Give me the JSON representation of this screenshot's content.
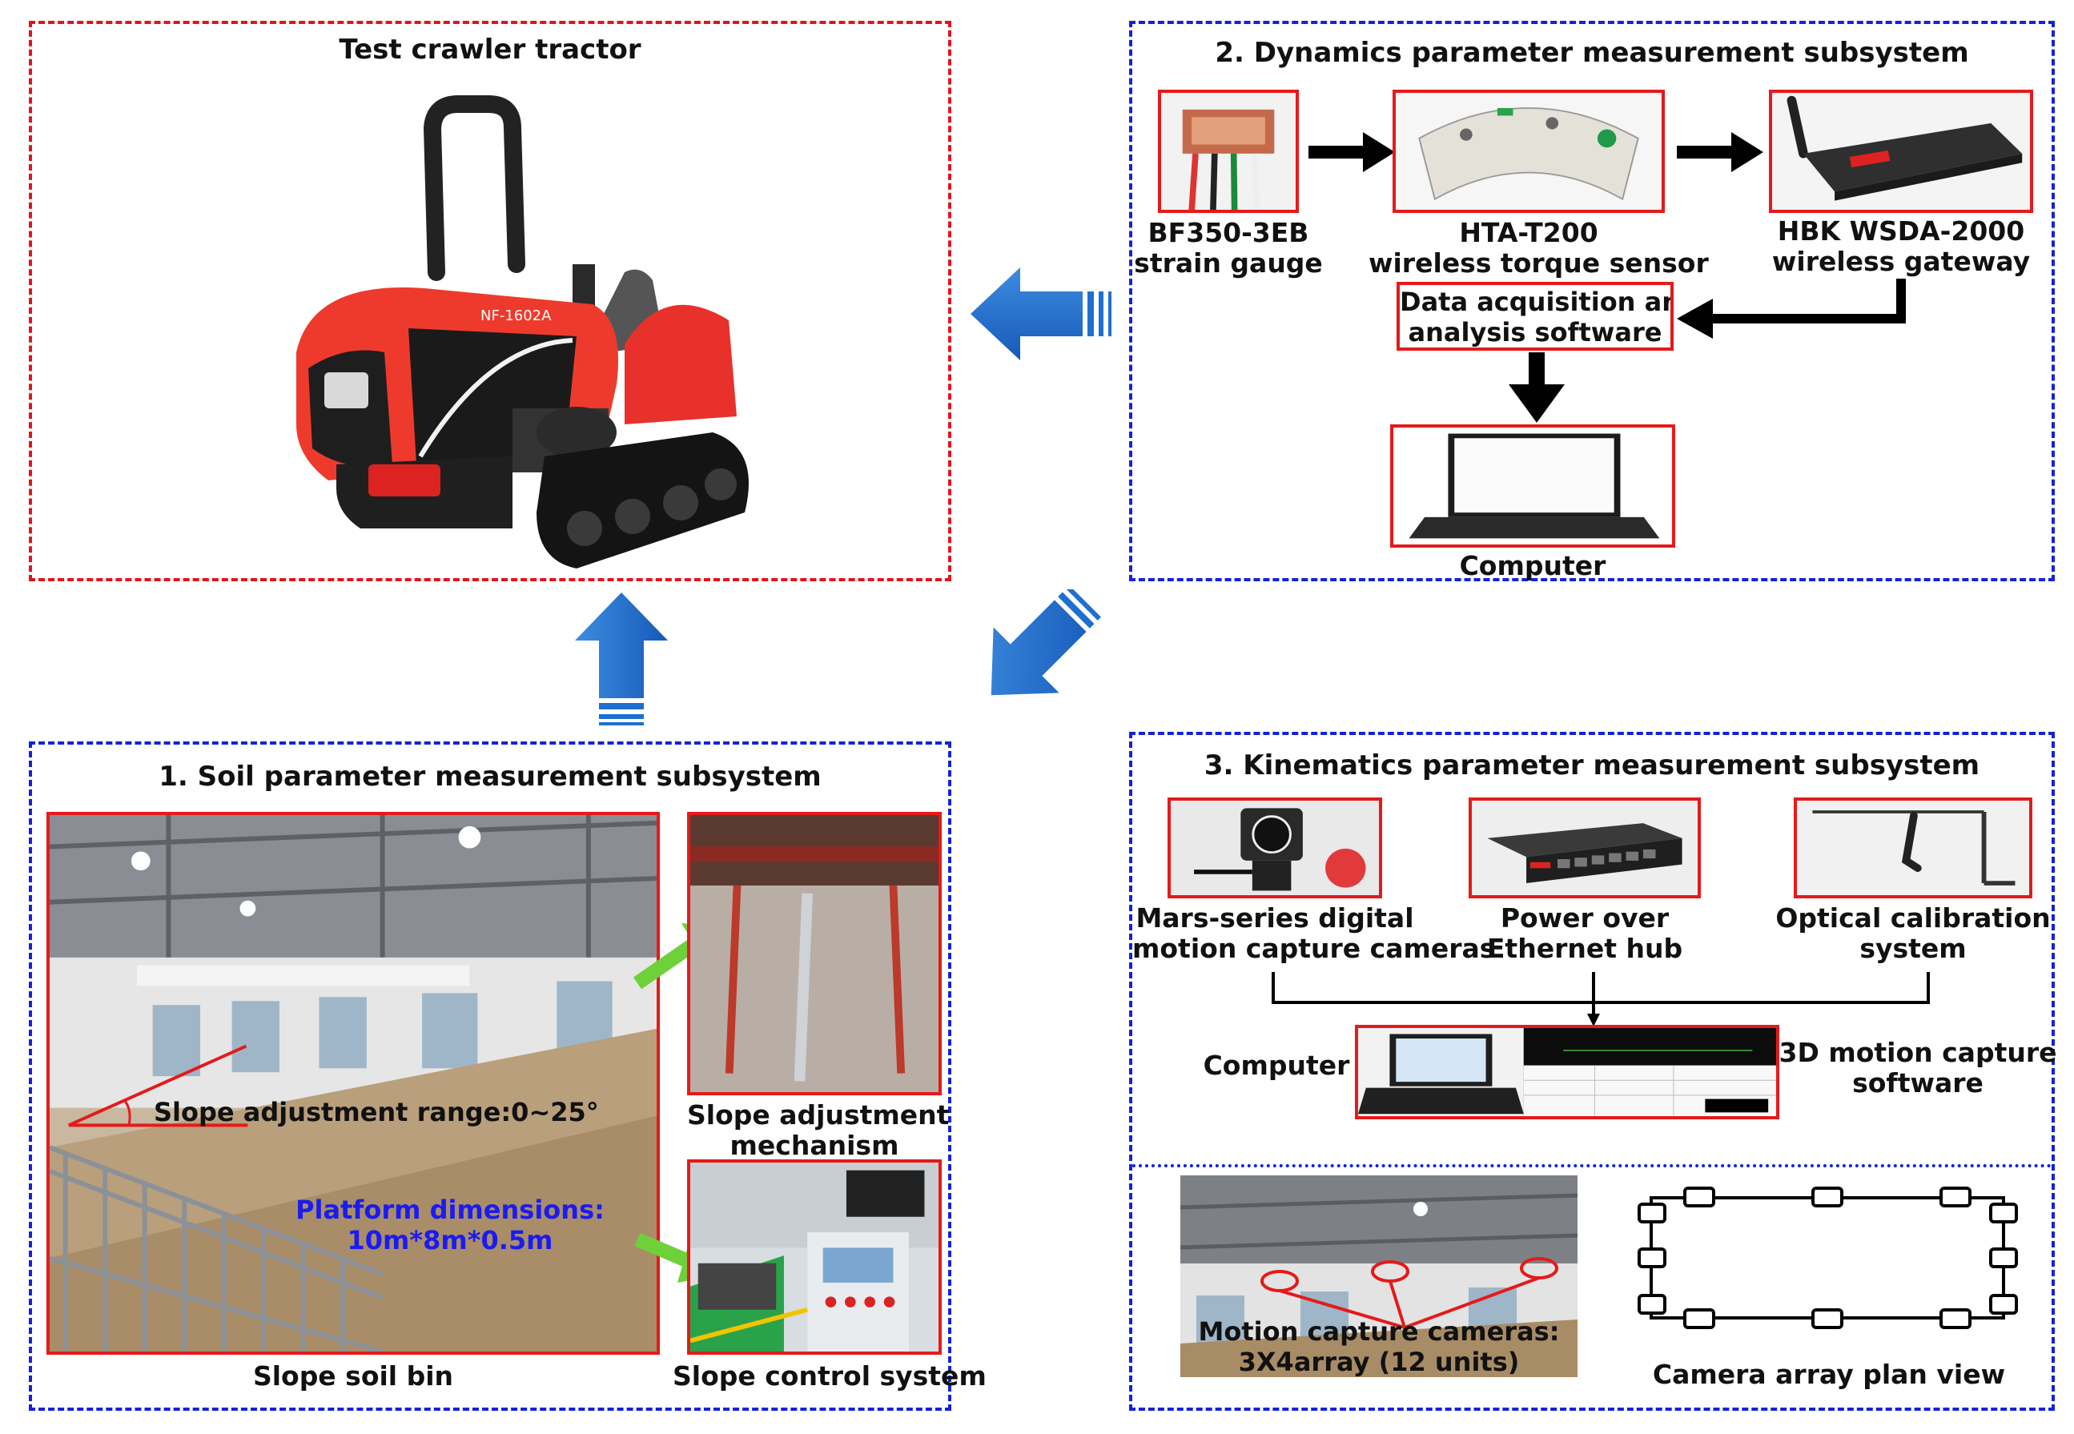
{
  "top_left": {
    "title": "Test crawler tractor",
    "tractor_model_text": "NF-1602A"
  },
  "dynamics": {
    "title": "2. Dynamics parameter measurement subsystem",
    "strain_gauge": {
      "line1": "BF350-3EB",
      "line2": "strain gauge"
    },
    "torque_sensor": {
      "line1": "HTA-T200",
      "line2": "wireless torque sensor"
    },
    "gateway": {
      "line1": "HBK WSDA-2000",
      "line2": "wireless gateway"
    },
    "software": {
      "line1": "Data acquisition and",
      "line2": "analysis software"
    },
    "computer": "Computer"
  },
  "soil": {
    "title": "1. Soil parameter measurement subsystem",
    "slope_range": "Slope adjustment range:0~25°",
    "platform": {
      "line1": "Platform dimensions:",
      "line2": "10m*8m*0.5m"
    },
    "bin_label": "Slope soil bin",
    "mechanism": {
      "line1": "Slope adjustment",
      "line2": "mechanism"
    },
    "control": "Slope control system"
  },
  "kinematics": {
    "title": "3. Kinematics parameter measurement subsystem",
    "cameras": {
      "line1": "Mars-series digital",
      "line2": "motion capture cameras"
    },
    "hub": {
      "line1": "Power over",
      "line2": "Ethernet hub"
    },
    "calibration": {
      "line1": "Optical calibration",
      "line2": "system"
    },
    "computer": "Computer",
    "software": {
      "line1": "3D motion capture",
      "line2": "software"
    },
    "array": {
      "line1": "Motion capture cameras:",
      "line2": "3X4array (12 units)"
    },
    "plan_view": "Camera array plan view"
  },
  "colors": {
    "red_border": "#e0141e",
    "blue_border": "#1522d6",
    "flow_arrow_blue": "#1f6fd0",
    "green_arrow": "#6fd13a",
    "platform_text": "#1b1bf0"
  }
}
